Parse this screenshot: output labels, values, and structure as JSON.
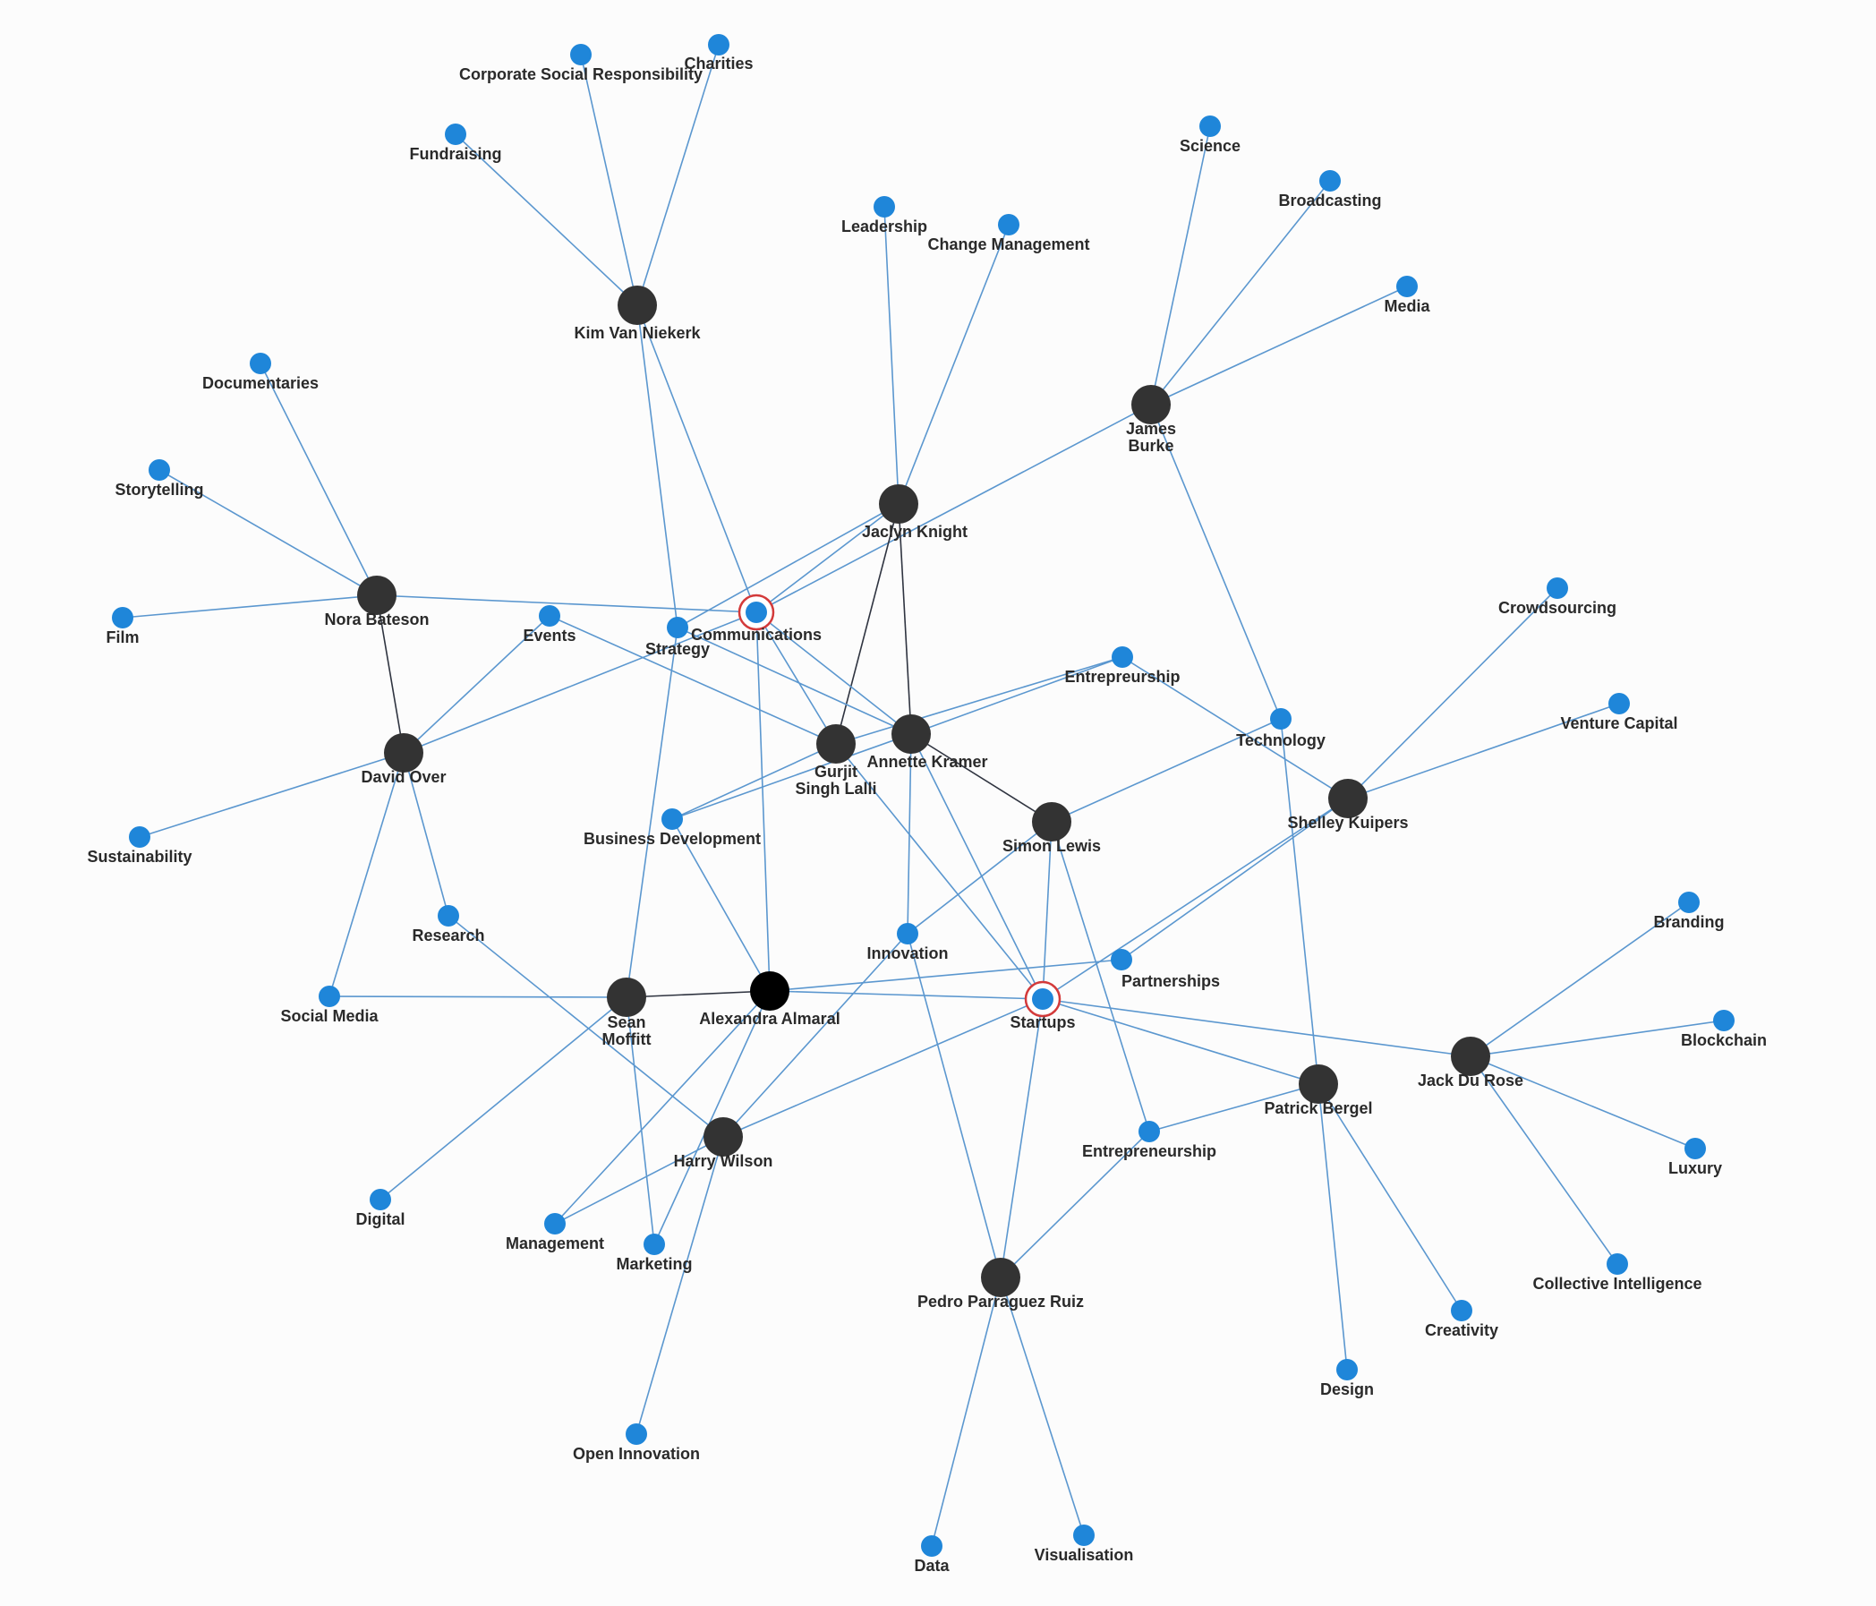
{
  "colors": {
    "person": "#333333",
    "selected_person": "#000000",
    "topic": "#1f86d9",
    "highlight_ring": "#d33a3a",
    "edge_person": "#2f3440",
    "edge_topic": "#5b97cf",
    "label": "#2a2a2a"
  },
  "nodes": [
    {
      "id": "kim",
      "type": "person",
      "label": [
        "Kim Van Niekerk"
      ]
    },
    {
      "id": "james",
      "type": "person",
      "label": [
        "James",
        "Burke"
      ]
    },
    {
      "id": "jaclyn",
      "type": "person",
      "label": [
        "Jaclyn Knight"
      ]
    },
    {
      "id": "nora",
      "type": "person",
      "label": [
        "Nora Bateson"
      ]
    },
    {
      "id": "david",
      "type": "person",
      "label": [
        "David Over"
      ]
    },
    {
      "id": "gurjit",
      "type": "person",
      "label": [
        "Gurjit",
        "Singh Lalli"
      ]
    },
    {
      "id": "annette",
      "type": "person",
      "label": [
        "Annette Kramer"
      ]
    },
    {
      "id": "simon",
      "type": "person",
      "label": [
        "Simon Lewis"
      ]
    },
    {
      "id": "shelley",
      "type": "person",
      "label": [
        "Shelley Kuipers"
      ]
    },
    {
      "id": "sean",
      "type": "person",
      "label": [
        "Sean",
        "Moffitt"
      ]
    },
    {
      "id": "alexandra",
      "type": "person",
      "label": [
        "Alexandra Almaral"
      ],
      "selected": true
    },
    {
      "id": "harry",
      "type": "person",
      "label": [
        "Harry Wilson"
      ]
    },
    {
      "id": "patrick",
      "type": "person",
      "label": [
        "Patrick Bergel"
      ]
    },
    {
      "id": "jack",
      "type": "person",
      "label": [
        "Jack Du Rose"
      ]
    },
    {
      "id": "pedro",
      "type": "person",
      "label": [
        "Pedro Parraguez Ruiz"
      ]
    },
    {
      "id": "csr",
      "type": "topic",
      "label": [
        "Corporate Social Responsibility"
      ]
    },
    {
      "id": "charities",
      "type": "topic",
      "label": [
        "Charities"
      ]
    },
    {
      "id": "fundraising",
      "type": "topic",
      "label": [
        "Fundraising"
      ]
    },
    {
      "id": "leadership",
      "type": "topic",
      "label": [
        "Leadership"
      ]
    },
    {
      "id": "change",
      "type": "topic",
      "label": [
        "Change Management"
      ]
    },
    {
      "id": "science",
      "type": "topic",
      "label": [
        "Science"
      ]
    },
    {
      "id": "broadcasting",
      "type": "topic",
      "label": [
        "Broadcasting"
      ]
    },
    {
      "id": "media",
      "type": "topic",
      "label": [
        "Media"
      ]
    },
    {
      "id": "documentaries",
      "type": "topic",
      "label": [
        "Documentaries"
      ]
    },
    {
      "id": "storytelling",
      "type": "topic",
      "label": [
        "Storytelling"
      ]
    },
    {
      "id": "film",
      "type": "topic",
      "label": [
        "Film"
      ]
    },
    {
      "id": "events",
      "type": "topic",
      "label": [
        "Events"
      ]
    },
    {
      "id": "strategy",
      "type": "topic",
      "label": [
        "Strategy"
      ]
    },
    {
      "id": "communications",
      "type": "topic",
      "label": [
        "Communications"
      ],
      "highlighted": true
    },
    {
      "id": "entrepreurship",
      "type": "topic",
      "label": [
        "Entrepreurship"
      ]
    },
    {
      "id": "technology",
      "type": "topic",
      "label": [
        "Technology"
      ]
    },
    {
      "id": "crowdsourcing",
      "type": "topic",
      "label": [
        "Crowdsourcing"
      ]
    },
    {
      "id": "vc",
      "type": "topic",
      "label": [
        "Venture Capital"
      ]
    },
    {
      "id": "sustainability",
      "type": "topic",
      "label": [
        "Sustainability"
      ]
    },
    {
      "id": "bizdev",
      "type": "topic",
      "label": [
        "Business Development"
      ]
    },
    {
      "id": "research",
      "type": "topic",
      "label": [
        "Research"
      ]
    },
    {
      "id": "innovation",
      "type": "topic",
      "label": [
        "Innovation"
      ]
    },
    {
      "id": "partnerships",
      "type": "topic",
      "label": [
        "Partnerships"
      ]
    },
    {
      "id": "startups",
      "type": "topic",
      "label": [
        "Startups"
      ],
      "highlighted": true
    },
    {
      "id": "socialmedia",
      "type": "topic",
      "label": [
        "Social Media"
      ]
    },
    {
      "id": "branding",
      "type": "topic",
      "label": [
        "Branding"
      ]
    },
    {
      "id": "blockchain",
      "type": "topic",
      "label": [
        "Blockchain"
      ]
    },
    {
      "id": "luxury",
      "type": "topic",
      "label": [
        "Luxury"
      ]
    },
    {
      "id": "collective",
      "type": "topic",
      "label": [
        "Collective Intelligence"
      ]
    },
    {
      "id": "entrepreneurship",
      "type": "topic",
      "label": [
        "Entrepreneurship"
      ]
    },
    {
      "id": "digital",
      "type": "topic",
      "label": [
        "Digital"
      ]
    },
    {
      "id": "management",
      "type": "topic",
      "label": [
        "Management"
      ]
    },
    {
      "id": "marketing",
      "type": "topic",
      "label": [
        "Marketing"
      ]
    },
    {
      "id": "openinnovation",
      "type": "topic",
      "label": [
        "Open Innovation"
      ]
    },
    {
      "id": "creativity",
      "type": "topic",
      "label": [
        "Creativity"
      ]
    },
    {
      "id": "design",
      "type": "topic",
      "label": [
        "Design"
      ]
    },
    {
      "id": "data",
      "type": "topic",
      "label": [
        "Data"
      ]
    },
    {
      "id": "visualisation",
      "type": "topic",
      "label": [
        "Visualisation"
      ]
    }
  ],
  "edges": [
    [
      "kim",
      "csr"
    ],
    [
      "kim",
      "charities"
    ],
    [
      "kim",
      "fundraising"
    ],
    [
      "kim",
      "communications"
    ],
    [
      "kim",
      "strategy"
    ],
    [
      "james",
      "science"
    ],
    [
      "james",
      "broadcasting"
    ],
    [
      "james",
      "media"
    ],
    [
      "james",
      "communications"
    ],
    [
      "james",
      "technology"
    ],
    [
      "jaclyn",
      "leadership"
    ],
    [
      "jaclyn",
      "change"
    ],
    [
      "jaclyn",
      "communications"
    ],
    [
      "jaclyn",
      "strategy"
    ],
    [
      "nora",
      "documentaries"
    ],
    [
      "nora",
      "storytelling"
    ],
    [
      "nora",
      "film"
    ],
    [
      "nora",
      "communications"
    ],
    [
      "david",
      "nora"
    ],
    [
      "david",
      "events"
    ],
    [
      "david",
      "sustainability"
    ],
    [
      "david",
      "socialmedia"
    ],
    [
      "david",
      "research"
    ],
    [
      "david",
      "communications"
    ],
    [
      "gurjit",
      "communications"
    ],
    [
      "gurjit",
      "events"
    ],
    [
      "gurjit",
      "entrepreurship"
    ],
    [
      "gurjit",
      "bizdev"
    ],
    [
      "gurjit",
      "startups"
    ],
    [
      "gurjit",
      "jaclyn"
    ],
    [
      "annette",
      "communications"
    ],
    [
      "annette",
      "strategy"
    ],
    [
      "annette",
      "entrepreurship"
    ],
    [
      "annette",
      "bizdev"
    ],
    [
      "annette",
      "innovation"
    ],
    [
      "annette",
      "startups"
    ],
    [
      "annette",
      "jaclyn"
    ],
    [
      "simon",
      "annette"
    ],
    [
      "simon",
      "technology"
    ],
    [
      "simon",
      "innovation"
    ],
    [
      "simon",
      "startups"
    ],
    [
      "simon",
      "entrepreneurship"
    ],
    [
      "shelley",
      "crowdsourcing"
    ],
    [
      "shelley",
      "vc"
    ],
    [
      "shelley",
      "partnerships"
    ],
    [
      "shelley",
      "startups"
    ],
    [
      "shelley",
      "entrepreurship"
    ],
    [
      "sean",
      "socialmedia"
    ],
    [
      "sean",
      "digital"
    ],
    [
      "sean",
      "marketing"
    ],
    [
      "sean",
      "strategy"
    ],
    [
      "sean",
      "alexandra"
    ],
    [
      "alexandra",
      "communications"
    ],
    [
      "alexandra",
      "bizdev"
    ],
    [
      "alexandra",
      "partnerships"
    ],
    [
      "alexandra",
      "management"
    ],
    [
      "alexandra",
      "marketing"
    ],
    [
      "alexandra",
      "startups"
    ],
    [
      "harry",
      "research"
    ],
    [
      "harry",
      "management"
    ],
    [
      "harry",
      "innovation"
    ],
    [
      "harry",
      "startups"
    ],
    [
      "harry",
      "openinnovation"
    ],
    [
      "patrick",
      "startups"
    ],
    [
      "patrick",
      "entrepreneurship"
    ],
    [
      "patrick",
      "technology"
    ],
    [
      "patrick",
      "creativity"
    ],
    [
      "patrick",
      "design"
    ],
    [
      "jack",
      "startups"
    ],
    [
      "jack",
      "branding"
    ],
    [
      "jack",
      "blockchain"
    ],
    [
      "jack",
      "luxury"
    ],
    [
      "jack",
      "collective"
    ],
    [
      "pedro",
      "innovation"
    ],
    [
      "pedro",
      "entrepreneurship"
    ],
    [
      "pedro",
      "startups"
    ],
    [
      "pedro",
      "data"
    ],
    [
      "pedro",
      "visualisation"
    ]
  ]
}
